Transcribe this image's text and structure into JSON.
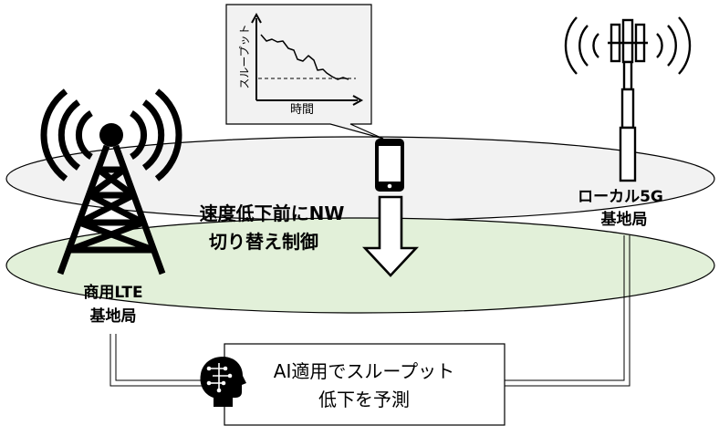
{
  "inset_chart": {
    "ylabel": "スループット",
    "xlabel": "時間"
  },
  "lte_station": {
    "line1": "商用LTE",
    "line2": "基地局"
  },
  "local5g_station": {
    "line1": "ローカル5G",
    "line2": "基地局"
  },
  "control_text": {
    "line1": "速度低下前にNW",
    "line2": "切り替え制御"
  },
  "ai_box": {
    "line1": "AI適用でスループット",
    "line2": "低下を予測"
  },
  "colors": {
    "zone_lte_fill": "#e2f0d9",
    "zone_5g_fill": "#f2f2f2",
    "inset_fill": "#f2f2f2",
    "outline": "#000000"
  }
}
